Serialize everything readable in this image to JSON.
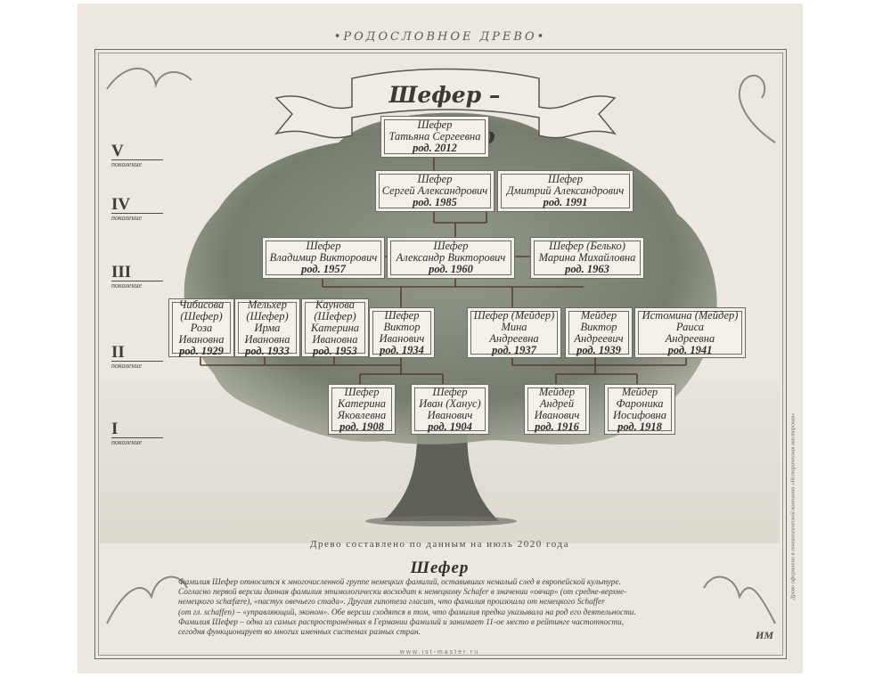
{
  "header": {
    "title": "•РОДОСЛОВНОЕ ДРЕВО•"
  },
  "ribbon": {
    "title": "Шефер – Мейдер"
  },
  "generations": [
    {
      "roman": "V",
      "word": "поколение"
    },
    {
      "roman": "IV",
      "word": "поколение"
    },
    {
      "roman": "III",
      "word": "поколение"
    },
    {
      "roman": "II",
      "word": "поколение"
    },
    {
      "roman": "I",
      "word": "поколение"
    }
  ],
  "people": {
    "gen5": [
      {
        "l1": "Шефер",
        "l2": "Татьяна Сергеевна",
        "yr": "род. 2012"
      }
    ],
    "gen4": [
      {
        "l1": "Шефер",
        "l2": "Сергей Александрович",
        "yr": "род. 1985"
      },
      {
        "l1": "Шефер",
        "l2": "Дмитрий Александрович",
        "yr": "род. 1991"
      }
    ],
    "gen3": [
      {
        "l1": "Шефер",
        "l2": "Владимир Викторович",
        "yr": "род. 1957"
      },
      {
        "l1": "Шефер",
        "l2": "Александр Викторович",
        "yr": "род. 1960"
      },
      {
        "l1": "Шефер (Белько)",
        "l2": "Марина Михайловна",
        "yr": "род. 1963"
      }
    ],
    "gen2": [
      {
        "l1": "Чибисова",
        "l2": "(Шефер)",
        "l3": "Роза",
        "l4": "Ивановна",
        "yr": "род. 1929"
      },
      {
        "l1": "Мельхер",
        "l2": "(Шефер)",
        "l3": "Ирма",
        "l4": "Ивановна",
        "yr": "род. 1933"
      },
      {
        "l1": "Каунова",
        "l2": "(Шефер)",
        "l3": "Катерина",
        "l4": "Ивановна",
        "yr": "род. 1953"
      },
      {
        "l1": "Шефер",
        "l2": "Виктор",
        "l3": "Иванович",
        "yr": "род. 1934"
      },
      {
        "l1": "Шефер (Мейдер)",
        "l2": "Мина",
        "l3": "Андреевна",
        "yr": "род. 1937"
      },
      {
        "l1": "Мейдер",
        "l2": "Виктор",
        "l3": "Андреевич",
        "yr": "род. 1939"
      },
      {
        "l1": "Истомина (Мейдер)",
        "l2": "Раиса",
        "l3": "Андреевна",
        "yr": "род. 1941"
      }
    ],
    "gen1": [
      {
        "l1": "Шефер",
        "l2": "Катерина",
        "l3": "Яковлевна",
        "yr": "род. 1908"
      },
      {
        "l1": "Шефер",
        "l2": "Иван (Ханус)",
        "l3": "Иванович",
        "yr": "род. 1904"
      },
      {
        "l1": "Мейдер",
        "l2": "Андрей",
        "l3": "Иванович",
        "yr": "род. 1916"
      },
      {
        "l1": "Мейдер",
        "l2": "Фароника",
        "l3": "Иосифовна",
        "yr": "род. 1918"
      }
    ]
  },
  "footnote": "Древо составлено по данным на июль 2020 года",
  "surname": "Шефер",
  "description": [
    "Фамилия Шефер относится к многочисленной группе немецких фамилий, оставивших немалый след в европейской культуре.",
    "Согласно первой версии данная фамилия этимологически восходит к немецкому Schafer в значении «овчар» (от средне-верхне-",
    "немецкого schæfære), «пастух овечьего стада». Другая гипотеза гласит, что фамилия произошла от немецкого Schaffer",
    "(от гл. schaffen) – «управляющий, эконом». Обе версии сходятся в том, что фамилия предка указывала на род его деятельности.",
    "Фамилия Шефер – одна из самых распространённых в Германии фамилий и занимает 11-ое место в рейтинге частотности,",
    "сегодня функционирует во многих именных системах разных стран."
  ],
  "site": "www.ist-master.ru",
  "side_note": "Древо оформлено в генеалогической компании «Историческая мастерская»",
  "logo": "ИМ"
}
